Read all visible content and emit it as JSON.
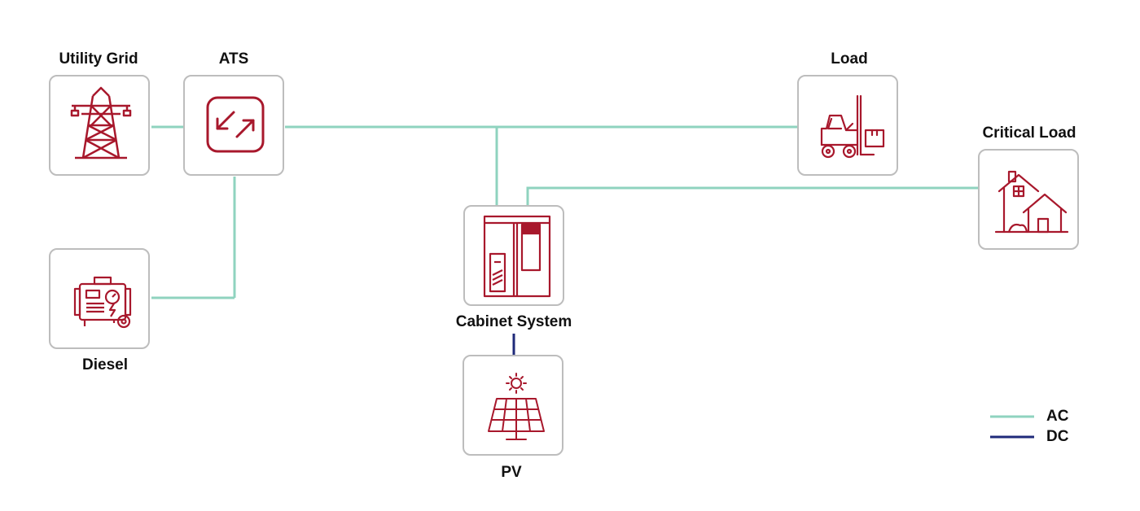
{
  "nodes": {
    "utility_grid": {
      "label": "Utility Grid",
      "icon": "transmission-tower-icon"
    },
    "ats": {
      "label": "ATS",
      "icon": "switch-arrows-icon"
    },
    "diesel": {
      "label": "Diesel",
      "icon": "diesel-generator-icon"
    },
    "cabinet": {
      "label": "Cabinet System",
      "icon": "battery-cabinet-icon"
    },
    "pv": {
      "label": "PV",
      "icon": "solar-panel-icon"
    },
    "load": {
      "label": "Load",
      "icon": "forklift-icon"
    },
    "critical_load": {
      "label": "Critical Load",
      "icon": "house-icon"
    }
  },
  "legend": {
    "ac": "AC",
    "dc": "DC"
  },
  "colors": {
    "ac": "#8fd3bf",
    "dc": "#1f2a7a",
    "icon": "#a8182c",
    "box_border": "#bdbdbd"
  }
}
